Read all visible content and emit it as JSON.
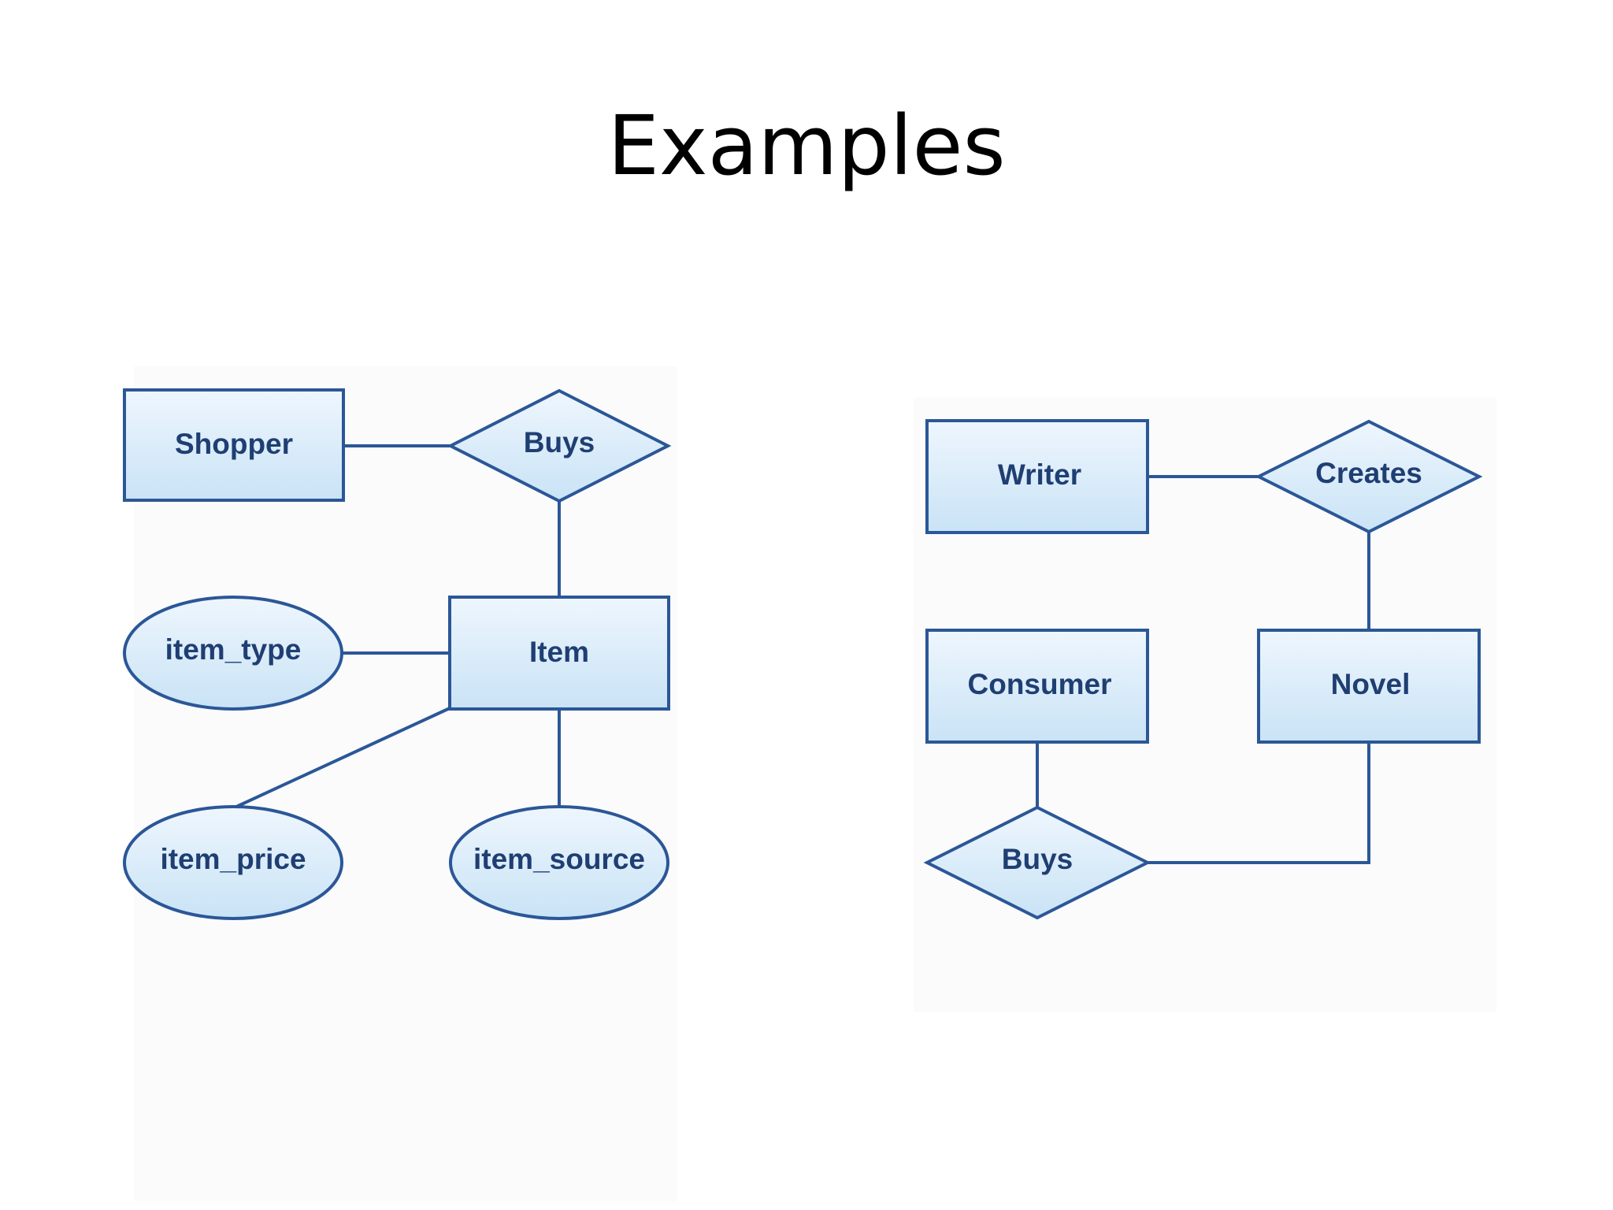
{
  "title": "Examples",
  "colors": {
    "stroke": "#2b5797",
    "fill_top": "#eef6fd",
    "fill_bottom": "#c9e3f6",
    "text": "#1f3f73"
  },
  "diagram_left": {
    "entities": [
      "Shopper",
      "Item"
    ],
    "relationships": [
      "Buys"
    ],
    "attributes": [
      "item_type",
      "item_price",
      "item_source"
    ]
  },
  "diagram_right": {
    "entities": [
      "Writer",
      "Consumer",
      "Novel"
    ],
    "relationships": [
      "Creates",
      "Buys"
    ]
  }
}
